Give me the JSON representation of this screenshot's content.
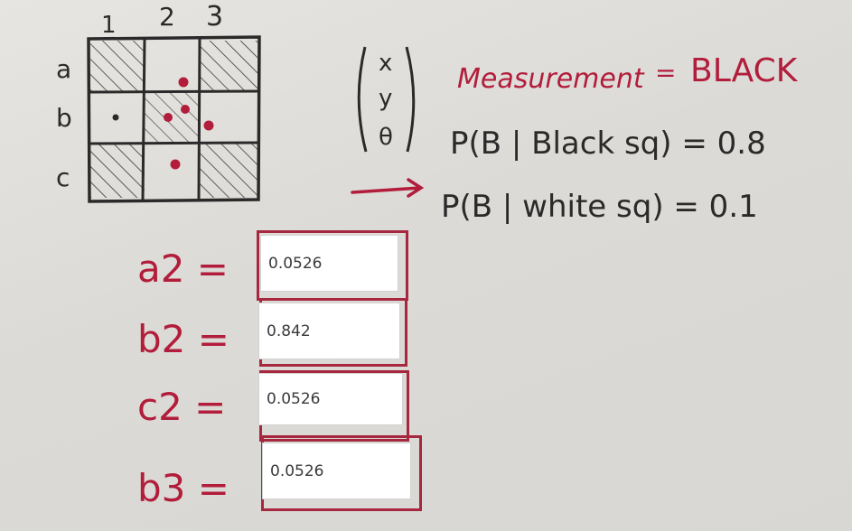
{
  "grid": {
    "column_labels": [
      "1",
      "2",
      "3"
    ],
    "row_labels": [
      "a",
      "b",
      "c"
    ]
  },
  "state_vector": {
    "entries": [
      "x",
      "y",
      "θ"
    ]
  },
  "measurement": {
    "label": "Measurement",
    "equals": "=",
    "value": "BLACK"
  },
  "probabilities": {
    "black_sq": "P(B | Black sq) = 0.8",
    "white_sq": "P(B | white sq) = 0.1"
  },
  "answers": [
    {
      "label": "a2 =",
      "value": "0.0526"
    },
    {
      "label": "b2 =",
      "value": "0.842"
    },
    {
      "label": "c2 =",
      "value": "0.0526"
    },
    {
      "label": "b3 =",
      "value": "0.0526"
    }
  ],
  "colors": {
    "ink_black": "#2b2a2a",
    "ink_red": "#b21d3b",
    "board": "#dedcd8"
  }
}
